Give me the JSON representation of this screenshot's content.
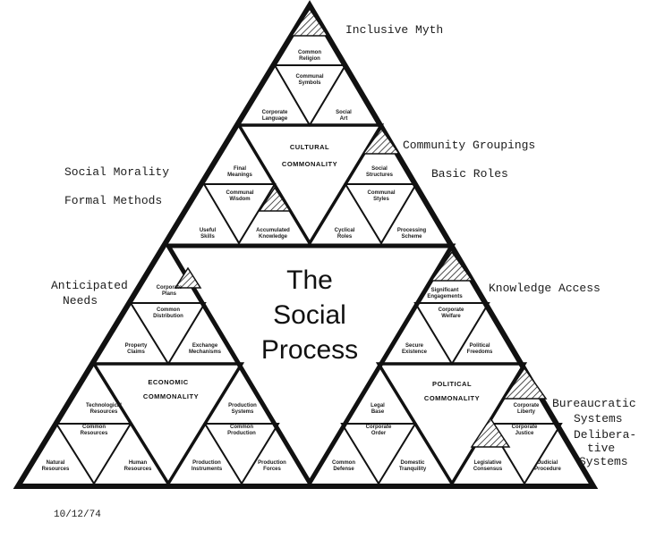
{
  "center": {
    "line1": "The",
    "line2": "Social",
    "line3": "Process"
  },
  "apex": {
    "common_religion": [
      "Common",
      "Religion"
    ],
    "communal_symbols": [
      "Communal",
      "Symbols"
    ],
    "corporate_language": [
      "Corporate",
      "Language"
    ],
    "social_art": [
      "Social",
      "Art"
    ]
  },
  "cultural": {
    "title": [
      "CULTURAL",
      "COMMONALITY"
    ],
    "final_meanings": [
      "Final",
      "Meanings"
    ],
    "communal_wisdom": [
      "Communal",
      "Wisdom"
    ],
    "useful_skills": [
      "Useful",
      "Skills"
    ],
    "accumulated_knowledge": [
      "Accumulated",
      "Knowledge"
    ],
    "social_structures": [
      "Social",
      "Structures"
    ],
    "communal_styles": [
      "Communal",
      "Styles"
    ],
    "cyclical_roles": [
      "Cyclical",
      "Roles"
    ],
    "processing_scheme": [
      "Processing",
      "Scheme"
    ]
  },
  "economic": {
    "title": [
      "ECONOMIC",
      "COMMONALITY"
    ],
    "corporate_plans": [
      "Corporate",
      "Plans"
    ],
    "common_distribution": [
      "Common",
      "Distribution"
    ],
    "property_claims": [
      "Property",
      "Claims"
    ],
    "exchange_mechanisms": [
      "Exchange",
      "Mechanisms"
    ],
    "technological_resources": [
      "Technological",
      "Resources"
    ],
    "common_resources": [
      "Common",
      "Resources"
    ],
    "natural_resources": [
      "Natural",
      "Resources"
    ],
    "human_resources": [
      "Human",
      "Resources"
    ],
    "production_systems": [
      "Production",
      "Systems"
    ],
    "common_production": [
      "Common",
      "Production"
    ],
    "production_instruments": [
      "Production",
      "Instruments"
    ],
    "production_forces": [
      "Production",
      "Forces"
    ]
  },
  "political": {
    "title": [
      "POLITICAL",
      "COMMONALITY"
    ],
    "significant_engagements": [
      "Significant",
      "Engagements"
    ],
    "corporate_welfare": [
      "Corporate",
      "Welfare"
    ],
    "secure_existence": [
      "Secure",
      "Existence"
    ],
    "political_freedoms": [
      "Political",
      "Freedoms"
    ],
    "legal_base": [
      "Legal",
      "Base"
    ],
    "corporate_order": [
      "Corporate",
      "Order"
    ],
    "common_defense": [
      "Common",
      "Defense"
    ],
    "domestic_tranquility": [
      "Domestic",
      "Tranquility"
    ],
    "corporate_liberty": [
      "Corporate",
      "Liberty"
    ],
    "corporate_justice": [
      "Corporate",
      "Justice"
    ],
    "legislative_consensus": [
      "Legislative",
      "Consensus"
    ],
    "judicial_procedure": [
      "Judicial",
      "Procedure"
    ]
  },
  "annotations": {
    "inclusive_myth": "Inclusive Myth",
    "community_groupings": "Community Groupings",
    "basic_roles": "Basic Roles",
    "social_morality": "Social Morality",
    "formal_methods": "Formal Methods",
    "anticipated_needs": [
      "Anticipated",
      "Needs"
    ],
    "knowledge_access": "Knowledge Access",
    "bureaucratic_systems": [
      "Bureaucratic",
      "Systems"
    ],
    "deliberative_systems": [
      "Delibera-",
      "tive",
      "Systems"
    ],
    "date": "10/12/74"
  },
  "colors": {
    "ink": "#111111",
    "paper": "#ffffff"
  }
}
